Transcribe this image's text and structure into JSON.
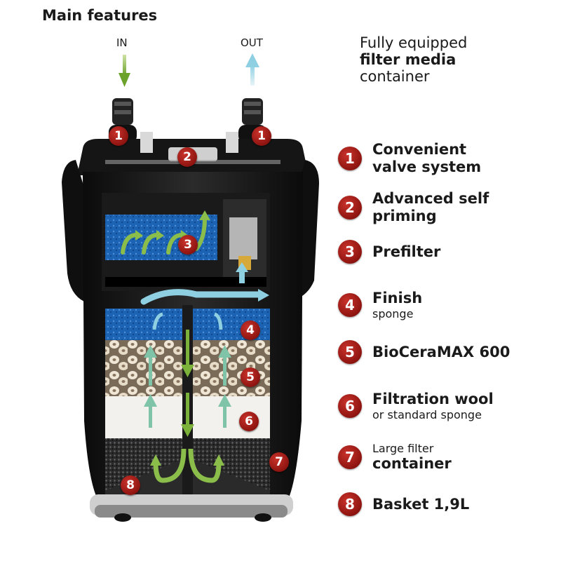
{
  "title": "Main features",
  "flow": {
    "in_label": "IN",
    "out_label": "OUT"
  },
  "headline": {
    "line1": "Fully equipped",
    "line2": "filter media",
    "line3": "container"
  },
  "badges": [
    "1",
    "1",
    "2",
    "3",
    "4",
    "5",
    "6",
    "7",
    "8"
  ],
  "legend": [
    {
      "number": "1",
      "line1": "Convenient",
      "line2": "valve system"
    },
    {
      "number": "2",
      "line1": "Advanced self",
      "line2": "priming"
    },
    {
      "number": "3",
      "line1": "Prefilter"
    },
    {
      "number": "4",
      "line1": "Finish",
      "line2": "sponge"
    },
    {
      "number": "5",
      "line1": "BioCeraMAX 600"
    },
    {
      "number": "6",
      "line1": "Filtration wool",
      "line2": "or standard sponge"
    },
    {
      "number": "7",
      "line1": "Large filter",
      "line2": "container"
    },
    {
      "number": "8",
      "line1": "Basket 1,9L"
    }
  ],
  "colors": {
    "badge": "#a81d17",
    "in_arrow": "#7db23a",
    "out_arrow": "#9fd6e6",
    "blue_sponge": "#1b63b5",
    "housing": "#141414"
  }
}
